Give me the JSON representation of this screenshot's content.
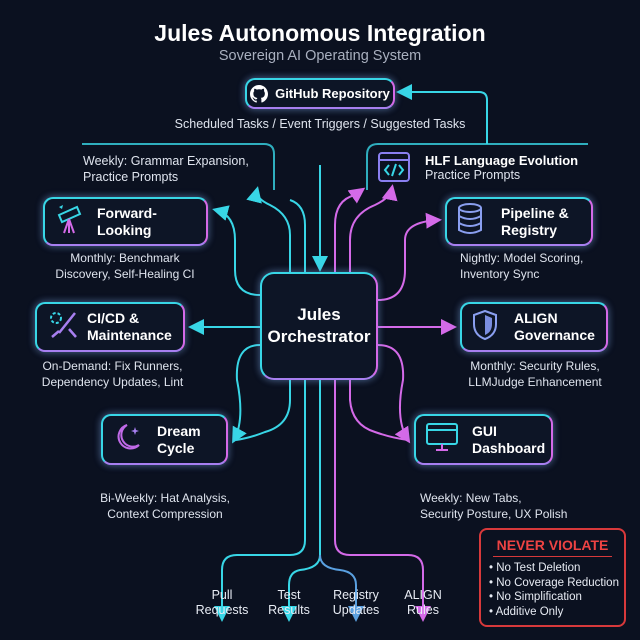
{
  "title": "Jules Autonomous Integration",
  "subtitle": "Sovereign AI Operating System",
  "github": {
    "label": "GitHub Repository",
    "icon": "github-icon"
  },
  "triggers": "Scheduled Tasks / Event Triggers / Suggested Tasks",
  "orchestrator": {
    "line1": "Jules",
    "line2": "Orchestrator"
  },
  "modules": {
    "grammar": {
      "caption1": "Weekly: Grammar Expansion,",
      "caption2": "Practice Prompts"
    },
    "hlf": {
      "label": "HLF Language Evolution",
      "caption": "Practice Prompts",
      "icon": "code-window-icon"
    },
    "forward": {
      "label": "Forward-Looking",
      "caption1": "Monthly: Benchmark",
      "caption2": "Discovery, Self-Healing CI",
      "icon": "telescope-icon"
    },
    "pipeline": {
      "label1": "Pipeline &",
      "label2": "Registry",
      "caption1": "Nightly: Model Scoring,",
      "caption2": "Inventory Sync",
      "icon": "database-icon"
    },
    "cicd": {
      "label1": "CI/CD &",
      "label2": "Maintenance",
      "caption1": "On-Demand: Fix Runners,",
      "caption2": "Dependency Updates, Lint",
      "icon": "gear-wrench-icon"
    },
    "align": {
      "label1": "ALIGN",
      "label2": "Governance",
      "caption1": "Monthly: Security Rules,",
      "caption2": "LLMJudge Enhancement",
      "icon": "shield-icon"
    },
    "dream": {
      "label1": "Dream",
      "label2": "Cycle",
      "caption1": "Bi-Weekly: Hat Analysis,",
      "caption2": "Context Compression",
      "icon": "moon-icon"
    },
    "gui": {
      "label1": "GUI",
      "label2": "Dashboard",
      "caption1": "Weekly: New Tabs,",
      "caption2": "Security Posture, UX Polish",
      "icon": "monitor-icon"
    }
  },
  "outputs": [
    {
      "line1": "Pull",
      "line2": "Requests"
    },
    {
      "line1": "Test",
      "line2": "Results"
    },
    {
      "line1": "Registry",
      "line2": "Updates"
    },
    {
      "line1": "ALIGN",
      "line2": "Rules"
    }
  ],
  "never_violate": {
    "title": "NEVER VIOLATE",
    "items": [
      "No Test Deletion",
      "No Coverage Reduction",
      "No Simplification",
      "Additive Only"
    ]
  },
  "colors": {
    "background": "#0b1120",
    "cyan": "#38d6e6",
    "magenta": "#d46ae8",
    "blue": "#5aa0e0",
    "red": "#d8393b"
  }
}
